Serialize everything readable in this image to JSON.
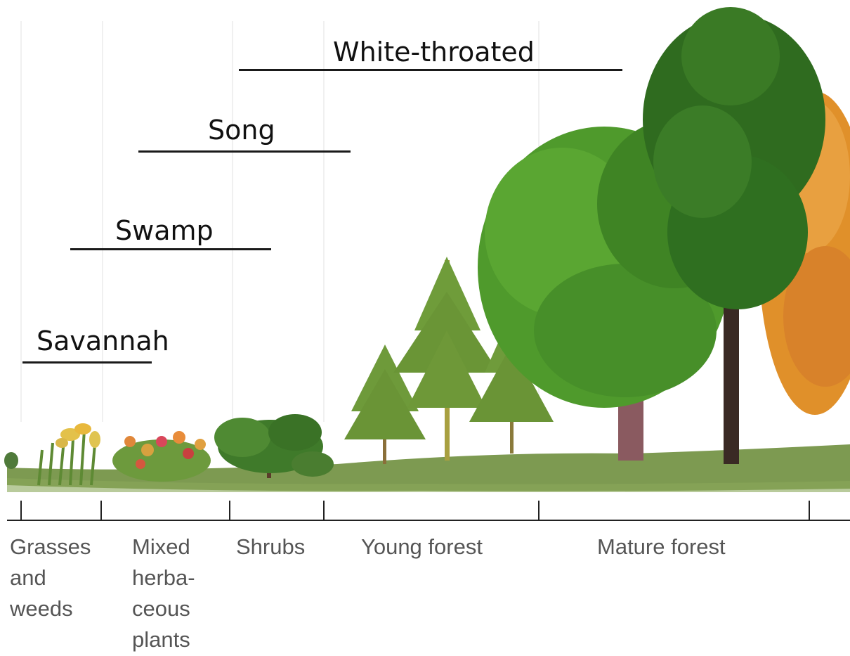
{
  "species_ranges": [
    {
      "label": "White-throated",
      "key": "white-throated"
    },
    {
      "label": "Song",
      "key": "song"
    },
    {
      "label": "Swamp",
      "key": "swamp"
    },
    {
      "label": "Savannah",
      "key": "savannah"
    }
  ],
  "succession_stages": [
    {
      "label": "Grasses\nand\nweeds",
      "key": "grasses-and-weeds"
    },
    {
      "label": "Mixed\nherba-\nceous\nplants",
      "key": "mixed-herbaceous-plants"
    },
    {
      "label": "Shrubs",
      "key": "shrubs"
    },
    {
      "label": "Young forest",
      "key": "young-forest"
    },
    {
      "label": "Mature forest",
      "key": "mature-forest"
    }
  ],
  "colors": {
    "range_bar": "#1a1a1a",
    "species_text": "#111111",
    "stage_text": "#555555",
    "ground": "#6f8f3e",
    "foliage_dark": "#2f6b1f",
    "foliage_mid": "#4f9a2c",
    "foliage_light": "#7cbf3f",
    "autumn": "#e0902a",
    "trunk": "#5a3b2a"
  }
}
